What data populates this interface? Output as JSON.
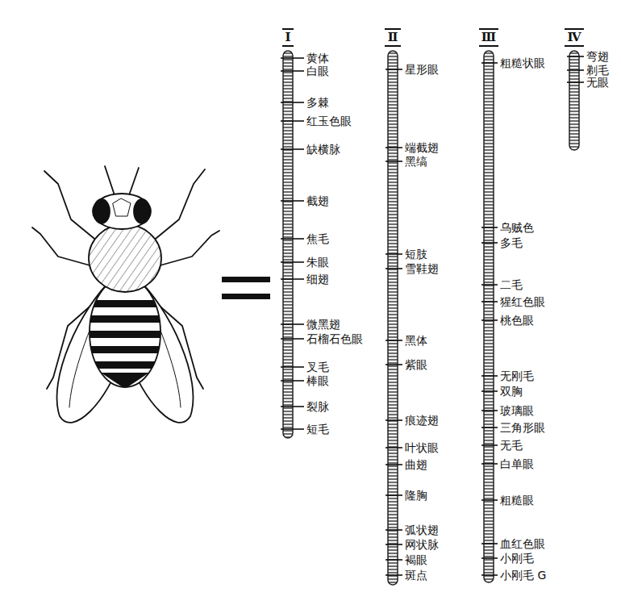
{
  "diagram": {
    "labels": [
      "Ⅰ",
      "黄体",
      "白眼",
      "多棘",
      "红玉色眼",
      "缺横脉",
      "截翅",
      "焦毛",
      "朱眼",
      "细翅",
      "微黑翅",
      "石榴石色眼",
      "叉毛",
      "棒眼",
      "裂脉",
      "短毛",
      "Ⅱ",
      "星形眼",
      "端截翅",
      "黑缟",
      "短肢",
      "雪鞋翅",
      "黑体",
      "紫眼",
      "痕迹翅",
      "叶状眼",
      "曲翅",
      "隆胸",
      "弧状翅",
      "网状脉",
      "褐眼",
      "斑点",
      "Ⅲ",
      "粗糙状眼",
      "乌贼色",
      "多毛",
      "二毛",
      "猩红色眼",
      "桃色眼",
      "无刚毛",
      "双胸",
      "玻璃眼",
      "三角形眼",
      "无毛",
      "白单眼",
      "粗糙眼",
      "血红色眼",
      "小刚毛",
      "小刚毛 G",
      "Ⅳ",
      "弯翅",
      "剃毛",
      "无眼"
    ]
  }
}
